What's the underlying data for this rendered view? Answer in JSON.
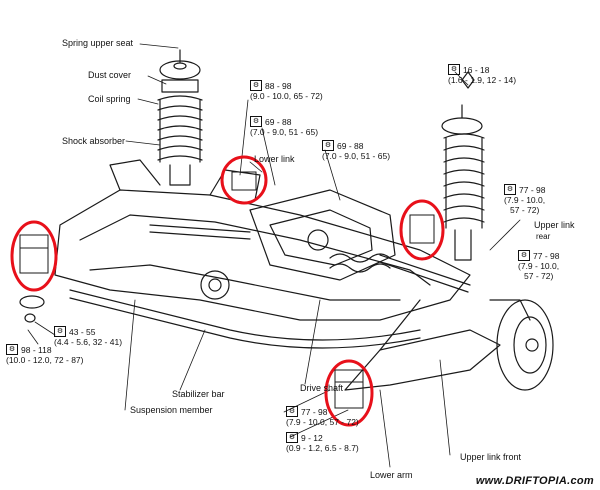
{
  "labels": {
    "spring_upper_seat": "Spring upper seat",
    "dust_cover": "Dust cover",
    "coil_spring": "Coil spring",
    "shock_absorber": "Shock absorber",
    "lower_link": "Lower link",
    "upper_link_rear_1": "Upper link",
    "upper_link_rear_2": "rear",
    "drive_shaft": "Drive shaft",
    "stabilizer_bar": "Stabilizer bar",
    "suspension_member": "Suspension member",
    "lower_arm": "Lower arm",
    "upper_link_front": "Upper link front"
  },
  "torques": {
    "t1": {
      "l1": "88 - 98",
      "l2": "(9.0 - 10.0, 65 - 72)"
    },
    "t2": {
      "l1": "69 - 88",
      "l2": "(7.0 - 9.0, 51 - 65)"
    },
    "t3": {
      "l1": "69 - 88",
      "l2": "(7.0 - 9.0, 51 - 65)"
    },
    "t4": {
      "l1": "16 - 18",
      "l2": "(1.6 - 1.9, 12 - 14)"
    },
    "t5": {
      "l1": "77 - 98",
      "l2": "(7.9 - 10.0,",
      "l3": "57 - 72)"
    },
    "t6": {
      "l1": "77 - 98",
      "l2": "(7.9 - 10.0,",
      "l3": "57 - 72)"
    },
    "t7": {
      "l1": "43 - 55",
      "l2": "(4.4 - 5.6, 32 - 41)"
    },
    "t8": {
      "l1": "98 - 118",
      "l2": "(10.0 - 12.0, 72 - 87)"
    },
    "t9": {
      "l1": "77 - 98",
      "l2": "(7.9 - 10.0, 57 - 72)"
    },
    "t10": {
      "l1": "9 - 12",
      "l2": "(0.9 - 1.2, 6.5 - 8.7)"
    }
  },
  "watermark": "www.DRIFTOPIA.com",
  "colors": {
    "highlight": "#e8101a",
    "line": "#1a1a1a"
  }
}
